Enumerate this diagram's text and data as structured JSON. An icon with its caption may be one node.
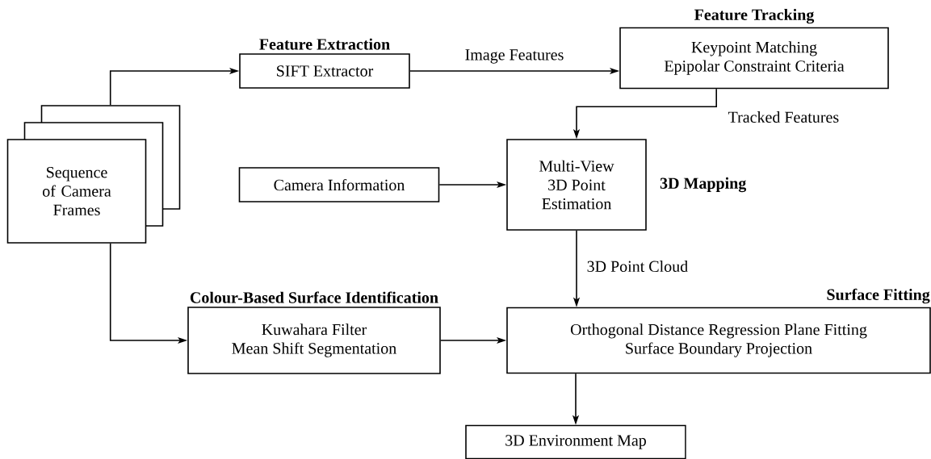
{
  "diagram": {
    "nodes": [
      {
        "text": [
          "Sequence of Camera Frames"
        ]
      },
      {
        "text": [
          "Feature Extraction",
          "SIFT Extractor"
        ]
      },
      {
        "text": [
          "Feature Tracking",
          "Keypoint Matching",
          "Epipolar Constraint Criteria"
        ]
      },
      {
        "text": [
          "Multi-View",
          "3D Point",
          "Estimation"
        ],
        "beside": [
          "3D Mapping"
        ]
      },
      {
        "text": [
          "Camera Information"
        ]
      },
      {
        "text": [
          "Colour-Based Surface Identification",
          "Kuwahara Filter",
          "Mean Shift Segmentation"
        ]
      },
      {
        "text": [
          "Surface Fitting",
          "Orthogonal Distance Regression Plane Fitting",
          "Surface Boundary Projection"
        ]
      },
      {
        "text": [
          "3D Environment Map"
        ]
      }
    ],
    "edges": [
      {
        "from": 0,
        "to": 1,
        "arrow": "to"
      },
      {
        "from": 0,
        "to": 5,
        "arrow": "to"
      },
      {
        "from": 1,
        "to": 2,
        "arrow": "to",
        "label": "Image Features"
      },
      {
        "from": 2,
        "to": 3,
        "arrow": "to",
        "label": "Tracked Features"
      },
      {
        "from": 4,
        "to": 3,
        "arrow": "to"
      },
      {
        "from": 3,
        "to": 6,
        "arrow": "to",
        "label": "3D Point Cloud"
      },
      {
        "from": 5,
        "to": 6,
        "arrow": "to"
      },
      {
        "from": 6,
        "to": 7,
        "arrow": "to"
      }
    ]
  }
}
